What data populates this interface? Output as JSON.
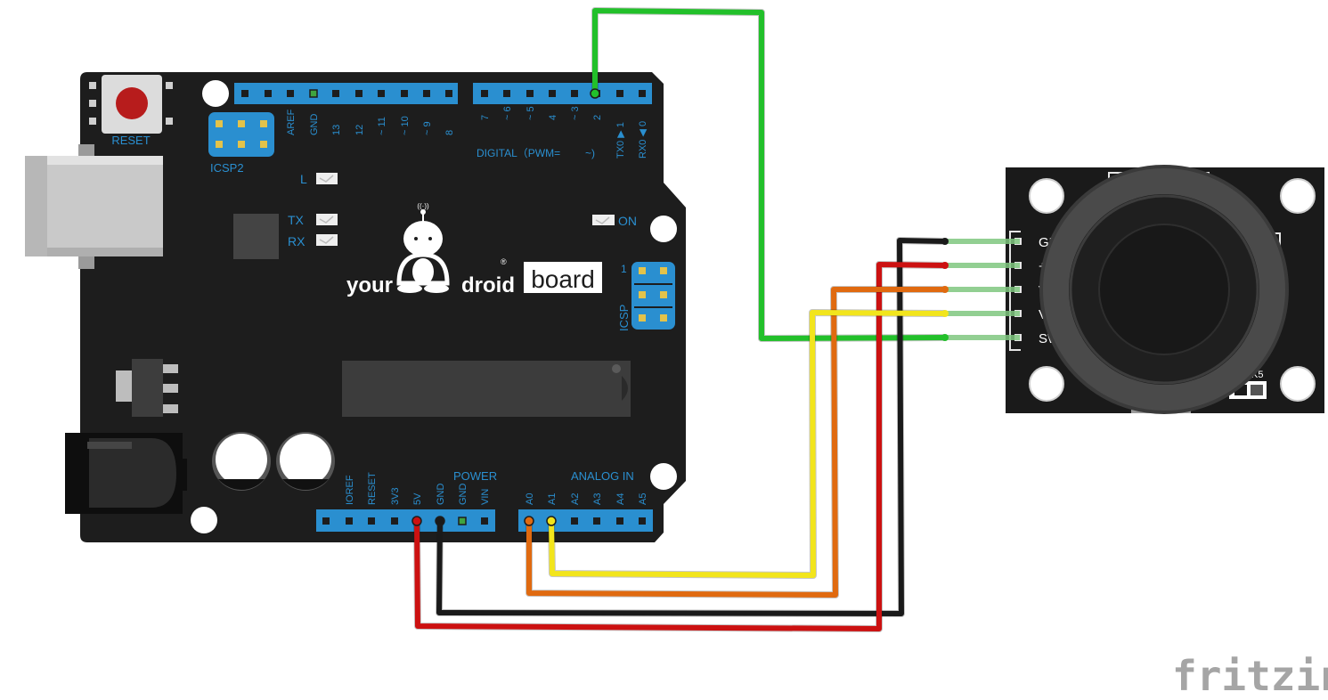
{
  "board": {
    "reset_label": "RESET",
    "icsp2_label": "ICSP2",
    "icsp_label": "ICSP",
    "icsp_pin1": "1",
    "led_l": "L",
    "led_tx": "TX",
    "led_rx": "RX",
    "led_on": "ON",
    "logo_your": "your",
    "logo_droid": "droid",
    "logo_board": "board",
    "logo_reg": "®",
    "logo_signal": "((·))",
    "digital_label": "DIGITAL（PWM=",
    "digital_tilde": "~)",
    "power_label": "POWER",
    "analog_label": "ANALOG IN",
    "digital_top_pins": [
      "AREF",
      "GND",
      "13",
      "12",
      "~ 11",
      "~ 10",
      "~ 9",
      "8"
    ],
    "digital_right_pins": [
      "7",
      "~ 6",
      "~ 5",
      "4",
      "~ 3",
      "2",
      "TX0 ▶ 1",
      "RX0 ◀ 0"
    ],
    "power_pins": [
      "IOREF",
      "RESET",
      "3V3",
      "5V",
      "GND",
      "GND",
      "VIN"
    ],
    "analog_pins": [
      "A0",
      "A1",
      "A2",
      "A3",
      "A4",
      "A5"
    ]
  },
  "joystick": {
    "pins": [
      "GND",
      "+5V",
      "VRx",
      "VRy",
      "SW"
    ],
    "switch_label": "K5"
  },
  "wire_colors": {
    "green": "#22c02a",
    "black": "#1a1a1a",
    "red": "#cc1111",
    "orange": "#e06a10",
    "yellow": "#f2e51c",
    "board": "#1d1d1d",
    "header": "#2a8fd0"
  },
  "brand": "fritzing"
}
